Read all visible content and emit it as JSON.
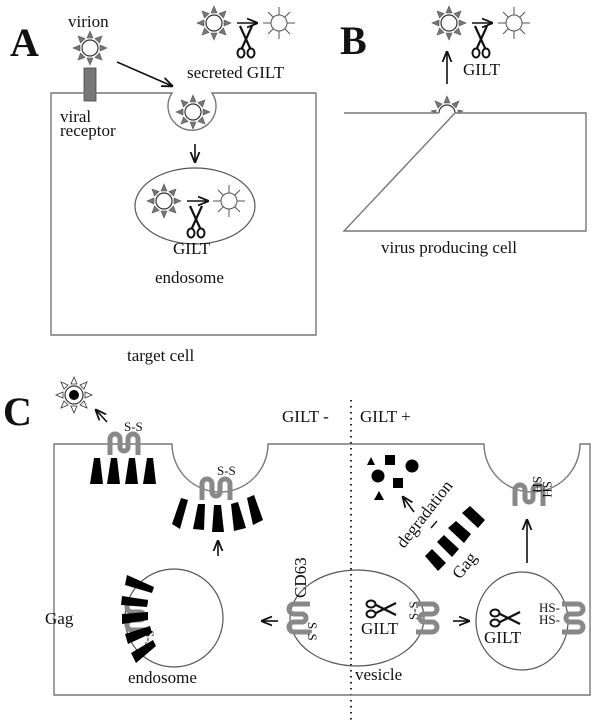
{
  "panels": {
    "A": {
      "label": "A",
      "virion_label": "virion",
      "receptor_label_line1": "viral",
      "receptor_label_line2": "receptor",
      "secreted_label": "secreted GILT",
      "endosome_gilt_label": "GILT",
      "endosome_label": "endosome",
      "cell_label": "target cell"
    },
    "B": {
      "label": "B",
      "gilt_label": "GILT",
      "cell_label": "virus producing cell"
    },
    "C": {
      "label": "C",
      "gilt_minus": "GILT -",
      "gilt_plus": "GILT +",
      "ss_surface": "S-S",
      "ss_pit": "S-S",
      "sh_pit_1": "SH",
      "sh_pit_2": "SH",
      "degradation_label": "degradation",
      "gag_degraded_label": "Gag",
      "gag_endosome_label": "Gag",
      "ss_endosome": "S-S",
      "endosome_label": "endosome",
      "cd63_label": "CD63",
      "ss_vesicle_left": "S-S",
      "ss_vesicle_right": "S-S",
      "vesicle_gilt_label": "GILT",
      "vesicle_label": "vesicle",
      "right_gilt_label": "GILT",
      "hs_1": "HS-",
      "hs_2": "HS-"
    }
  },
  "colors": {
    "spike_gray": "#777777",
    "cd63_gray": "#8a8a8a",
    "receptor_gray": "#777777",
    "gag_black": "#000000",
    "membrane": "#777777"
  }
}
